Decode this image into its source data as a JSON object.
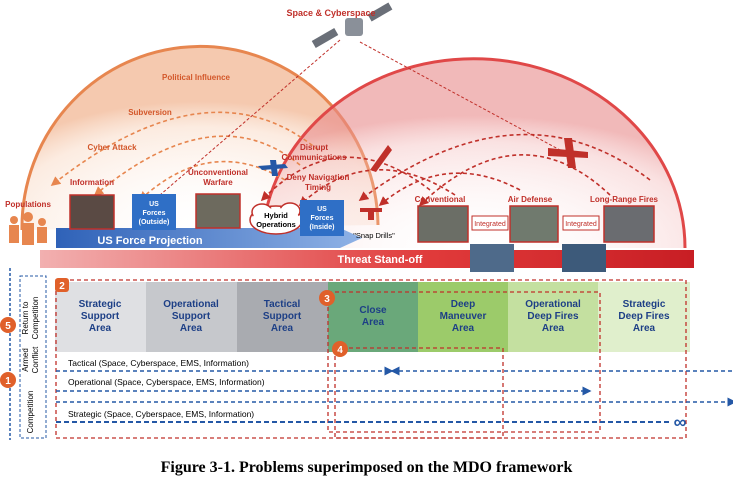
{
  "top": {
    "space": "Space & Cyberspace",
    "arc_labels": [
      "Political Influence",
      "Subversion",
      "Cyber Attack"
    ],
    "disrupt": [
      "Disrupt",
      "Communications"
    ],
    "deny": [
      "Deny Navigation",
      "Timing"
    ],
    "snap_drills": "\"Snap Drills\""
  },
  "left_group": {
    "populations": "Populations",
    "information": "Information",
    "us_forces_outside": [
      "US",
      "Forces",
      "(Outside)"
    ],
    "unconventional": [
      "Unconventional",
      "Warfare"
    ],
    "hybrid": [
      "Hybrid",
      "Operations"
    ],
    "us_forces_inside": [
      "US",
      "Forces",
      "(Inside)"
    ],
    "projection": "US Force Projection"
  },
  "right_group": {
    "conventional": "Conventional",
    "air_defense": "Air Defense",
    "long_range_fires": "Long-Range Fires",
    "integrated_1": "Integrated",
    "integrated_2": "Integrated",
    "standoff": "Threat Stand-off"
  },
  "areas": [
    {
      "lines": [
        "Strategic",
        "Support",
        "Area"
      ],
      "color": "#dfe0e3"
    },
    {
      "lines": [
        "Operational",
        "Support",
        "Area"
      ],
      "color": "#c6c8cc"
    },
    {
      "lines": [
        "Tactical",
        "Support",
        "Area"
      ],
      "color": "#a9abb0"
    },
    {
      "lines": [
        "Close",
        "Area"
      ],
      "color": "#6aa87a"
    },
    {
      "lines": [
        "Deep",
        "Maneuver",
        "Area"
      ],
      "color": "#9ccb6a"
    },
    {
      "lines": [
        "Operational",
        "Deep Fires",
        "Area"
      ],
      "color": "#c4e0a0"
    },
    {
      "lines": [
        "Strategic",
        "Deep Fires",
        "Area"
      ],
      "color": "#e0efcc"
    }
  ],
  "side": {
    "return_to": "Return to",
    "competition": "Competition",
    "armed": "Armed",
    "conflict": "Conflict",
    "competition_bottom": "Competition"
  },
  "markers": [
    "1",
    "2",
    "3",
    "4",
    "5"
  ],
  "timelines": {
    "tactical": "Tactical (Space, Cyberspace, EMS, Information)",
    "operational": "Operational (Space, Cyberspace, EMS, Information)",
    "strategic": "Strategic (Space, Cyberspace, EMS, Information)",
    "infinity": "∞"
  },
  "caption": "Figure 3-1.  Problems superimposed on the MDO framework",
  "colors": {
    "arc_orange": "#e7864f",
    "arc_red": "#e04848",
    "blue_band": "#3b6fc4",
    "red_band": "#d9262b",
    "marker_orange": "#e0602a",
    "dashed_red": "#c0302a",
    "dashed_blue": "#2458a6"
  }
}
